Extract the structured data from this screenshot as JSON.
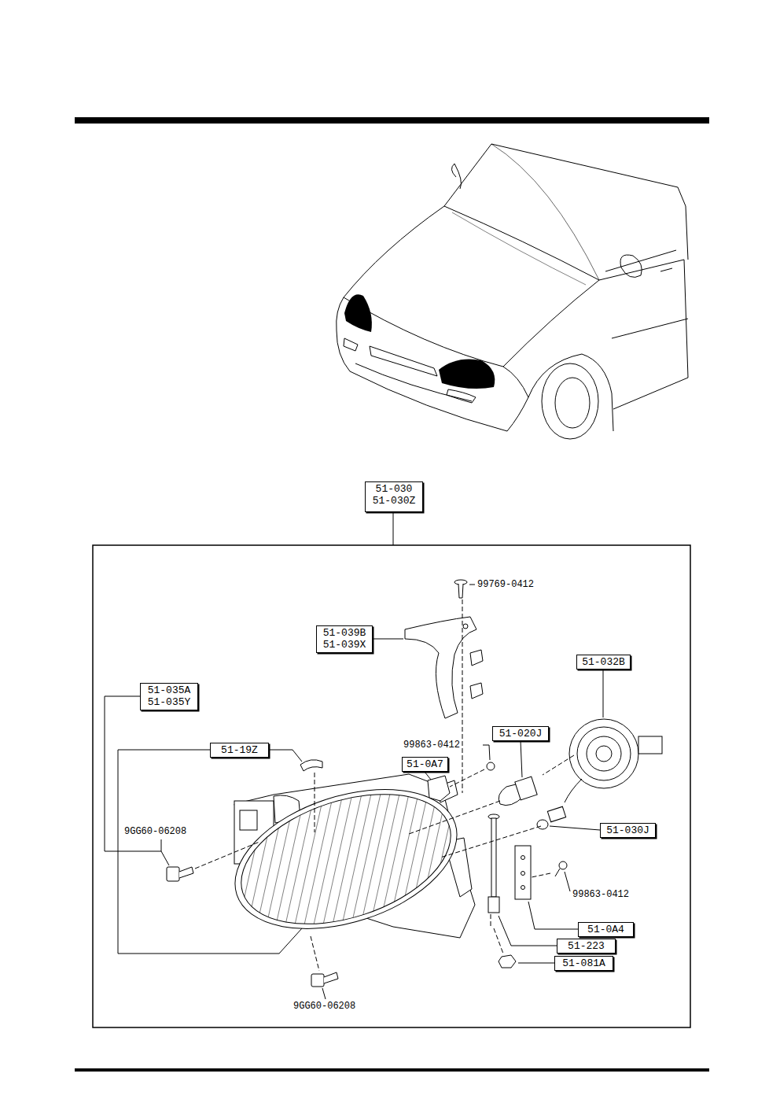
{
  "diagram": {
    "nodes": [
      {
        "text": [
          "51-030",
          "51-030Z"
        ]
      },
      {
        "text": [
          "51-039B",
          "51-039X"
        ]
      },
      {
        "text": [
          "51-032B"
        ]
      },
      {
        "text": [
          "51-035A",
          "51-035Y"
        ]
      },
      {
        "text": [
          "51-19Z"
        ]
      },
      {
        "text": [
          "51-020J"
        ]
      },
      {
        "text": [
          "51-0A7"
        ]
      },
      {
        "text": [
          "51-030J"
        ]
      },
      {
        "text": [
          "51-0A4"
        ]
      },
      {
        "text": [
          "51-223"
        ]
      },
      {
        "text": [
          "51-081A"
        ]
      }
    ],
    "labels": [
      "99769-0412",
      "99863-0412",
      "9GG60-06208",
      "99863-0412",
      "9GG60-06208"
    ]
  }
}
